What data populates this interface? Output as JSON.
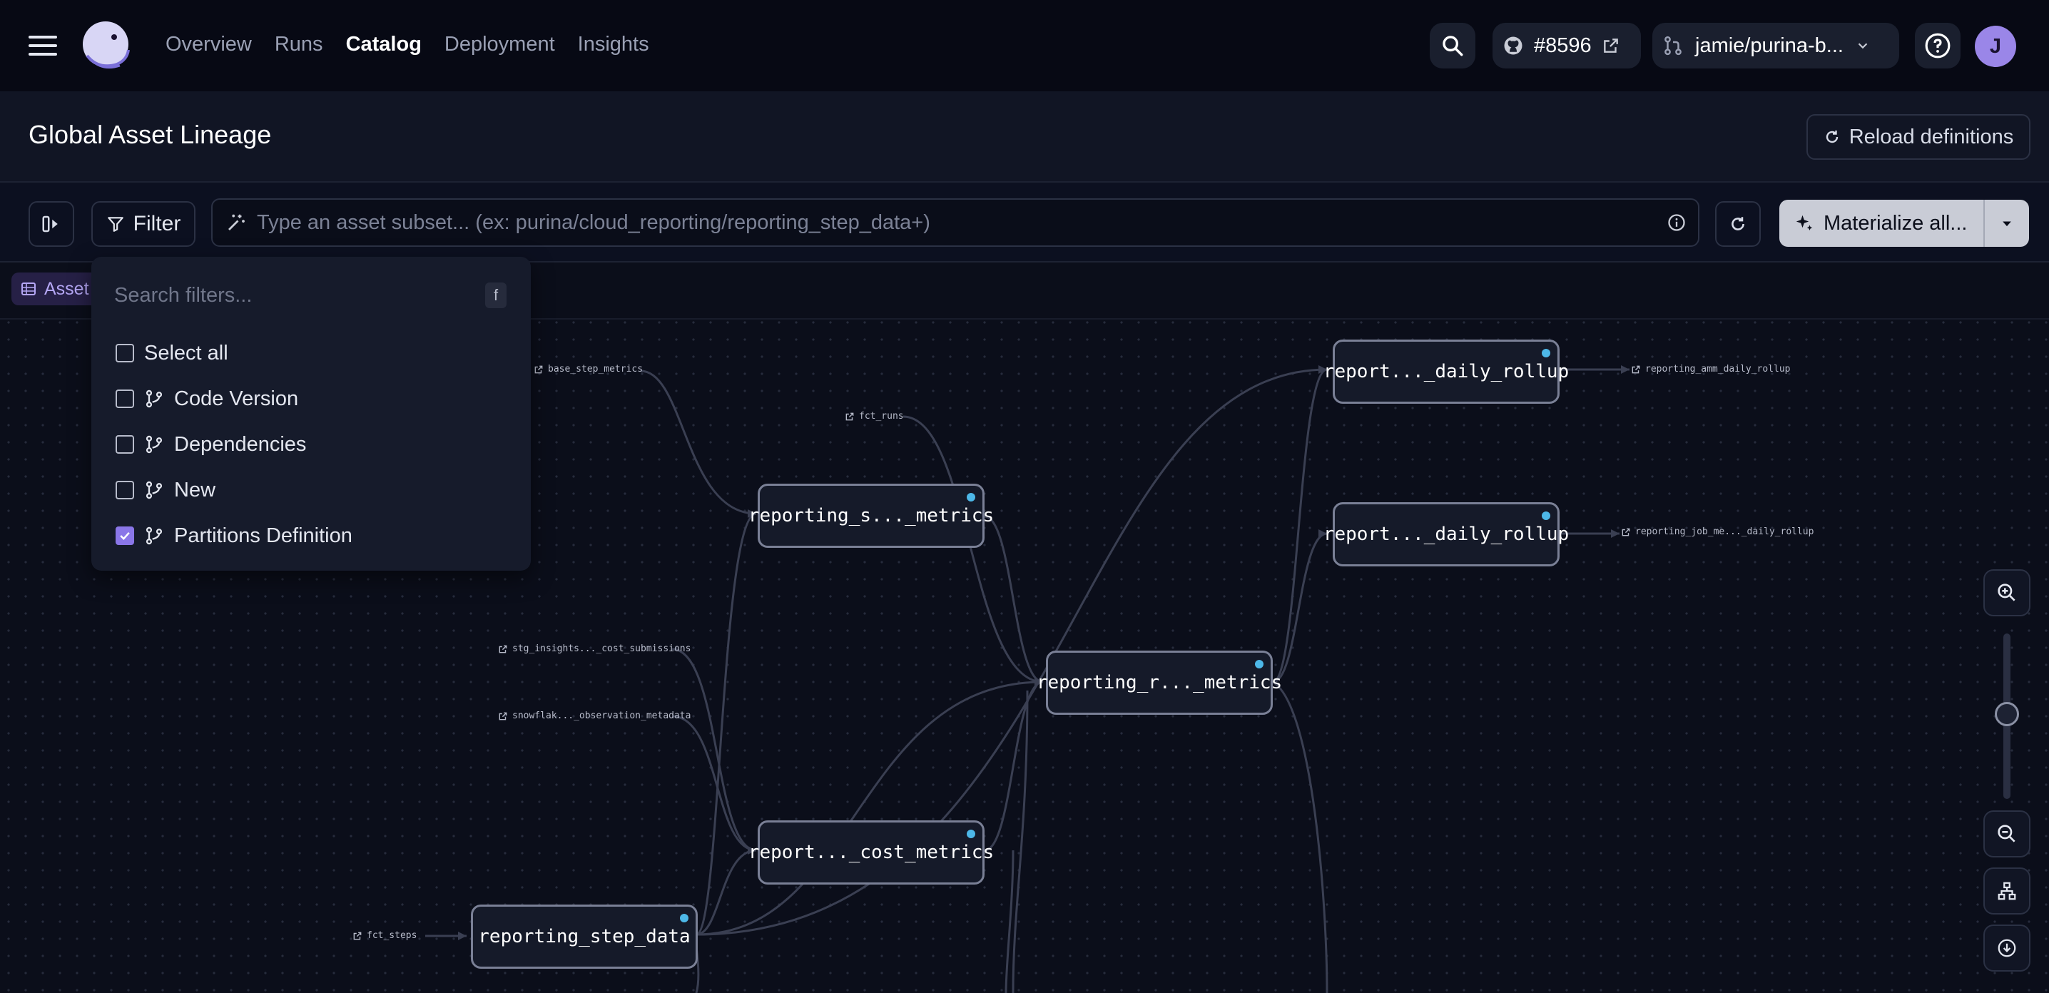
{
  "nav": {
    "items": [
      "Overview",
      "Runs",
      "Catalog",
      "Deployment",
      "Insights"
    ],
    "active": "Catalog",
    "run_number": "#8596",
    "branch": "jamie/purina-b...",
    "avatar_initial": "J"
  },
  "header": {
    "title": "Global Asset Lineage",
    "reload_label": "Reload definitions"
  },
  "toolbar": {
    "filter_label": "Filter",
    "search_placeholder": "Type an asset subset... (ex: purina/cloud_reporting/reporting_step_data+)",
    "materialize_label": "Materialize all..."
  },
  "canvas": {
    "asset_chip": "Asset",
    "nodes": [
      "report..._daily_rollup",
      "report..._daily_rollup",
      "reporting_s..._metrics",
      "reporting_r..._metrics",
      "report..._cost_metrics",
      "reporting_step_data"
    ],
    "external": [
      "base_step_metrics",
      "fct_runs",
      "stg_insights..._cost_submissions",
      "snowflak..._observation_metadata",
      "fct_steps",
      "reporting_amm_daily_rollup",
      "reporting_job_me..._daily_rollup"
    ]
  },
  "filter_menu": {
    "search_placeholder": "Search filters...",
    "shortcut": "f",
    "select_all_label": "Select all",
    "options": [
      {
        "label": "Code Version",
        "checked": false
      },
      {
        "label": "Dependencies",
        "checked": false
      },
      {
        "label": "New",
        "checked": false
      },
      {
        "label": "Partitions Definition",
        "checked": true
      }
    ]
  },
  "colors": {
    "accent": "#8a76e8",
    "node_dot": "#4db8e8",
    "background": "#0b0e1a"
  }
}
